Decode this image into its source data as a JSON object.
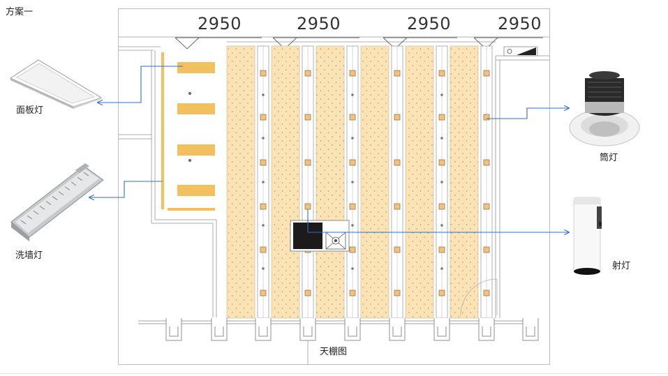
{
  "slide": {
    "scheme_title": "方案一",
    "plan_caption": "天棚图"
  },
  "dimensions": [
    "2950",
    "2950",
    "2950",
    "2950"
  ],
  "fixtures": {
    "panel_light": "面板灯",
    "wall_washer": "洗墙灯",
    "downlight": "筒灯",
    "spotlight": "射灯"
  },
  "colors": {
    "panel_fill": "#fbe3b6",
    "panel_strip": "#f3c060",
    "leader_line": "#2f6fc4",
    "plan_line": "#9a9a9a",
    "dark_block": "#1c1a1a"
  }
}
